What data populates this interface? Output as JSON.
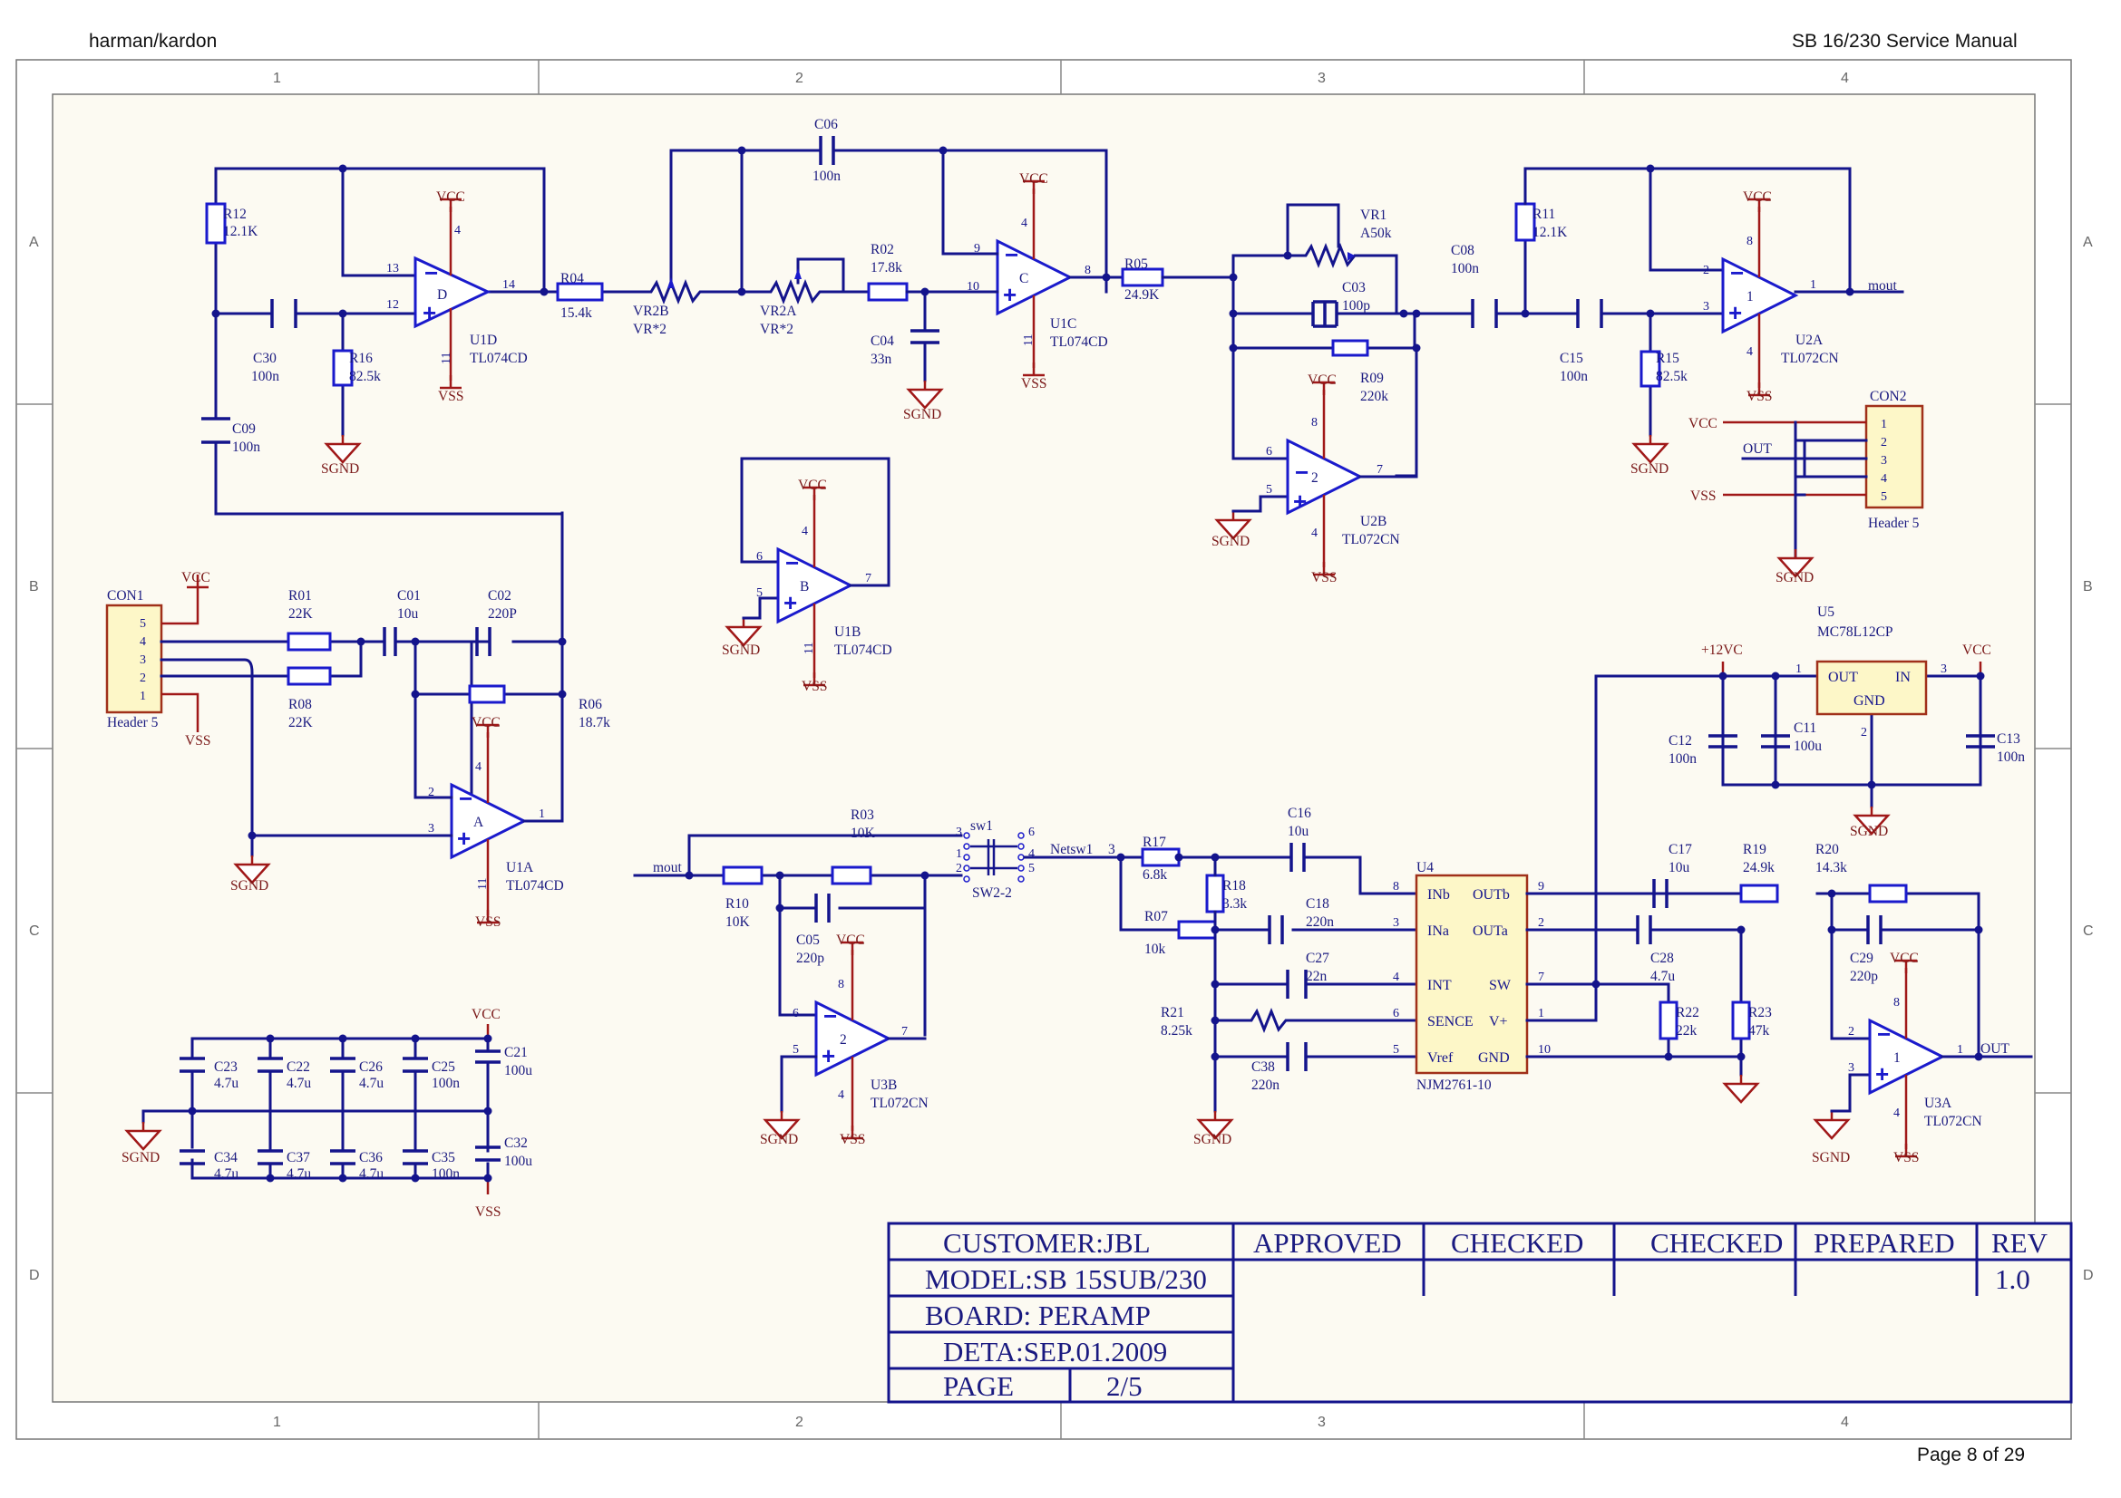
{
  "header": {
    "left": "harman/kardon",
    "right": "SB 16/230 Service Manual"
  },
  "footer": {
    "page": "Page 8 of 29"
  },
  "zones": {
    "cols": [
      "1",
      "2",
      "3",
      "4"
    ],
    "rows": [
      "A",
      "B",
      "C",
      "D"
    ]
  },
  "labels": {
    "R12": "R12",
    "R12v": "12.1K",
    "C30": "C30",
    "C30v": "100n",
    "R16": "R16",
    "R16v": "82.5k",
    "C09": "C09",
    "C09v": "100n",
    "U1D": "U1D",
    "U1Dt": "TL074CD",
    "D": "D",
    "p13": "13",
    "p12": "12",
    "p14": "14",
    "p4a": "4",
    "p11a": "11",
    "R04": "R04",
    "R04v": "15.4k",
    "VR2B": "VR2B",
    "VR2Bv": "VR*2",
    "VR2A": "VR2A",
    "VR2Av": "VR*2",
    "C06": "C06",
    "C06v": "100n",
    "R02": "R02",
    "R02v": "17.8k",
    "C04": "C04",
    "C04v": "33n",
    "U1C": "U1C",
    "U1Ct": "TL074CD",
    "C": "C",
    "p9": "9",
    "p10": "10",
    "p8": "8",
    "p4b": "4",
    "p11b": "11",
    "R05": "R05",
    "R05v": "24.9K",
    "VR1": "VR1",
    "VR1v": "A50k",
    "C03": "C03",
    "C03v": "100p",
    "R09": "R09",
    "R09v": "220k",
    "U2B": "U2B",
    "U2Bt": "TL072CN",
    "u2bsym": "2",
    "p6a": "6",
    "p5a": "5",
    "p7a": "7",
    "p8a": "8",
    "p4c": "4",
    "C08": "C08",
    "C08v": "100n",
    "R11": "R11",
    "R11v": "12.1K",
    "C15": "C15",
    "C15v": "100n",
    "R15": "R15",
    "R15v": "82.5k",
    "U2A": "U2A",
    "U2At": "TL072CN",
    "u2asym": "1",
    "p2a": "2",
    "p3a": "3",
    "p1a": "1",
    "p8b": "8",
    "p4d": "4",
    "mout": "mout",
    "CON2": "CON2",
    "CON2t": "Header 5",
    "c2p1": "1",
    "c2p2": "2",
    "c2p3": "3",
    "c2p4": "4",
    "c2p5": "5",
    "OUT": "OUT",
    "U1B": "U1B",
    "U1Bt": "TL074CD",
    "B": "B",
    "p6b": "6",
    "p5b": "5",
    "p7b": "7",
    "p4e": "4",
    "p11e": "11",
    "CON1": "CON1",
    "CON1t": "Header 5",
    "c1p5": "5",
    "c1p4": "4",
    "c1p3": "3",
    "c1p2": "2",
    "c1p1": "1",
    "R01": "R01",
    "R01v": "22K",
    "R08": "R08",
    "R08v": "22K",
    "C01": "C01",
    "C01v": "10u",
    "C02": "C02",
    "C02v": "220P",
    "R06": "R06",
    "R06v": "18.7k",
    "U1A": "U1A",
    "U1At": "TL074CD",
    "A": "A",
    "p2b": "2",
    "p3b": "3",
    "p1b": "1",
    "p4f": "4",
    "p11f": "11",
    "R03": "R03",
    "R03v": "10K",
    "R10": "R10",
    "R10v": "10K",
    "moutL": "mout",
    "sw1": "sw1",
    "SW22": "SW2-2",
    "Netsw1": "Netsw1",
    "n3": "3",
    "s3": "3",
    "s6": "6",
    "s2": "2",
    "s4": "4",
    "s5": "5",
    "s1": "1",
    "C05": "C05",
    "C05v": "220p",
    "U3B": "U3B",
    "U3Bt": "TL072CN",
    "u3bsym": "2",
    "p6c": "6",
    "p5c": "5",
    "p7c": "7",
    "p8c": "8",
    "p4g": "4",
    "R17": "R17",
    "R17v": "6.8k",
    "R18": "R18",
    "R18v": "3.3k",
    "R07": "R07",
    "R07v": "10k",
    "R21": "R21",
    "R21v": "8.25k",
    "C16": "C16",
    "C16v": "10u",
    "C18": "C18",
    "C18v": "220n",
    "C27": "C27",
    "C27v": "22n",
    "C38": "C38",
    "C38v": "220n",
    "U4": "U4",
    "U4t": "NJM2761-10",
    "INb": "INb",
    "INa": "INa",
    "INT": "INT",
    "SENCE": "SENCE",
    "Vref": "Vref",
    "OUTb": "OUTb",
    "OUTa": "OUTa",
    "SW": "SW",
    "Vplus": "V+",
    "GNDp": "GND",
    "u4p8": "8",
    "u4p3": "3",
    "u4p4": "4",
    "u4p6": "6",
    "u4p5": "5",
    "u4p9": "9",
    "u4p2": "2",
    "u4p7": "7",
    "u4p1": "1",
    "u4p10": "10",
    "p12VC": "+12VC",
    "U5": "U5",
    "U5t": "MC78L12CP",
    "U5out": "OUT",
    "U5in": "IN",
    "U5gnd": "GND",
    "u5p1": "1",
    "u5p3": "3",
    "u5p2": "2",
    "C12": "C12",
    "C12v": "100n",
    "C11": "C11",
    "C11v": "100u",
    "C13": "C13",
    "C13v": "100n",
    "C17": "C17",
    "C17v": "10u",
    "R19": "R19",
    "R19v": "24.9k",
    "R20": "R20",
    "R20v": "14.3k",
    "C28": "C28",
    "C28v": "4.7u",
    "R22": "R22",
    "R22v": "22k",
    "R23": "R23",
    "R23v": "47k",
    "C29": "C29",
    "C29v": "220p",
    "U3A": "U3A",
    "U3At": "TL072CN",
    "u3asym": "1",
    "p2c": "2",
    "p3c": "3",
    "p1c": "1",
    "p8d": "8",
    "p4h": "4",
    "OUTr": "OUT",
    "C23": "C23",
    "C22": "C22",
    "C26": "C26",
    "C25": "C25",
    "C21": "C21",
    "C34": "C34",
    "C37": "C37",
    "C36": "C36",
    "C35": "C35",
    "C32": "C32",
    "v47a": "4.7u",
    "v47b": "4.7u",
    "v47c": "4.7u",
    "v100a": "100n",
    "v100u1": "100u",
    "v47d": "4.7u",
    "v47e": "4.7u",
    "v47f": "4.7u",
    "v100b": "100n",
    "v100u2": "100u",
    "VCC": "VCC",
    "VSS": "VSS",
    "SGND": "SGND"
  },
  "title_block": {
    "customer": "CUSTOMER:JBL",
    "model": "MODEL:SB 15SUB/230",
    "board": "BOARD: PERAMP",
    "date": "DETA:SEP.01.2009",
    "page_label": "PAGE",
    "page_value": "2/5",
    "approved": "APPROVED",
    "checked1": "CHECKED",
    "checked2": "CHECKED",
    "prepared": "PREPARED",
    "rev_label": "REV",
    "rev_value": "1.0"
  },
  "colors": {
    "wire": "#14148c",
    "power": "#a01818",
    "ic_fill": "#fdf7c8",
    "sheet": "#fcfaf2"
  }
}
